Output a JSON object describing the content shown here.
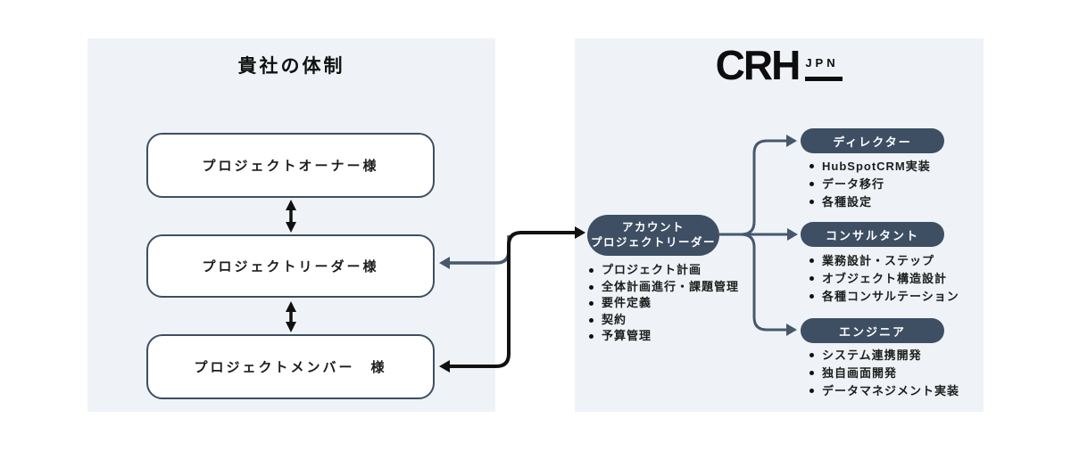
{
  "left_panel": {
    "title": "貴社の体制",
    "boxes": [
      {
        "label": "プロジェクトオーナー様"
      },
      {
        "label": "プロジェクトリーダー様"
      },
      {
        "label": "プロジェクトメンバー　様"
      }
    ]
  },
  "right_panel": {
    "logo": {
      "main": "CRH",
      "sub": "JPN"
    },
    "account_pill": {
      "line1": "アカウント",
      "line2": "プロジェクトリーダー"
    },
    "account_duties": [
      "プロジェクト計画",
      "全体計画進行・課題管理",
      "要件定義",
      "契約",
      "予算管理"
    ],
    "roles": [
      {
        "label": "ディレクター",
        "duties": [
          "HubSpotCRM実装",
          "データ移行",
          "各種設定"
        ]
      },
      {
        "label": "コンサルタント",
        "duties": [
          "業務設計・ステップ",
          "オブジェクト構造設計",
          "各種コンサルテーション"
        ]
      },
      {
        "label": "エンジニア",
        "duties": [
          "システム連携開発",
          "独自画面開発",
          "データマネジメント実装"
        ]
      }
    ]
  },
  "colors": {
    "panel_bg": "#eff3f7",
    "pill_bg": "#3e4f64",
    "box_border": "#3e4e63",
    "slate_arrow": "#47586d",
    "black_arrow": "#111111",
    "text": "#1c1c1c"
  }
}
